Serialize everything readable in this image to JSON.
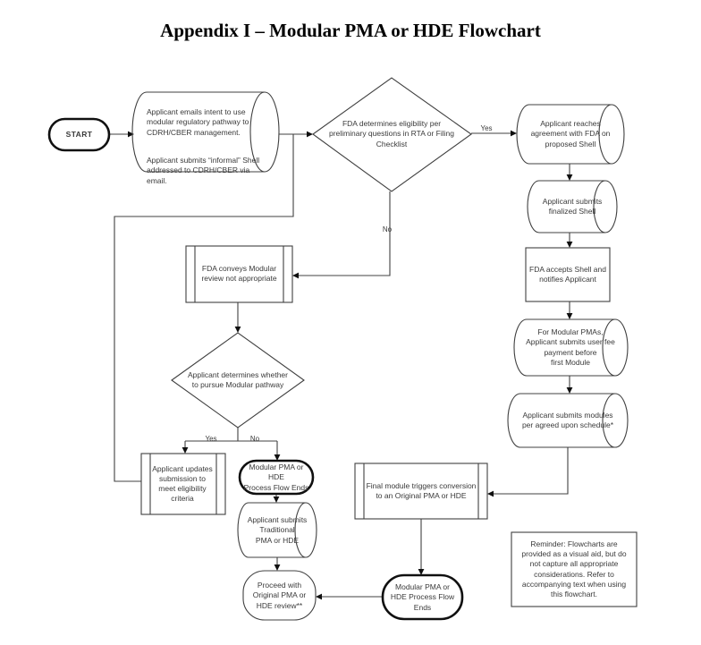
{
  "title": "Appendix I – Modular PMA or HDE Flowchart",
  "nodes": {
    "start": "START",
    "intent": {
      "p1": "Applicant emails intent to use\nmodular regulatory pathway to\nCDRH/CBER management.",
      "p2": "Applicant submits “informal” Shell\naddressed to CDRH/CBER via email."
    },
    "eligibility": "FDA determines eligibility per\npreliminary questions in RTA or Filing\nChecklist",
    "agreement": "Applicant reaches\nagreement with FDA on\nproposed Shell",
    "finalized": "Applicant submits\nfinalized Shell",
    "accepts": "FDA accepts Shell and\nnotifies Applicant",
    "userfee": "For Modular PMAs,\nApplicant submits user fee\npayment before\nfirst Module",
    "modules": "Applicant submits modules\nper agreed upon schedule*",
    "not_appropriate": "FDA conveys Modular\nreview not appropriate",
    "pursue": "Applicant determines whether\nto pursue Modular pathway",
    "updates": "Applicant updates\nsubmission to\nmeet eligibility\ncriteria",
    "ends1": "Modular PMA or HDE\nProcess Flow Ends",
    "traditional": "Applicant submits\nTraditional\nPMA or HDE",
    "proceed": "Proceed with\nOriginal PMA or\nHDE review**",
    "final_module": "Final module triggers conversion\nto an Original PMA or HDE",
    "ends2": "Modular PMA or\nHDE Process Flow\nEnds",
    "reminder": "Reminder: Flowcharts are\nprovided as a visual aid, but do\nnot capture all appropriate\nconsiderations. Refer to\naccompanying text when  using\nthis flowchart."
  },
  "edge_labels": {
    "eligibility_yes": "Yes",
    "eligibility_no": "No",
    "pursue_yes": "Yes",
    "pursue_no": "No"
  },
  "colors": {
    "stroke": "#404040",
    "bold_stroke": "#101010",
    "text": "#3a3a3a",
    "background": "#ffffff"
  }
}
